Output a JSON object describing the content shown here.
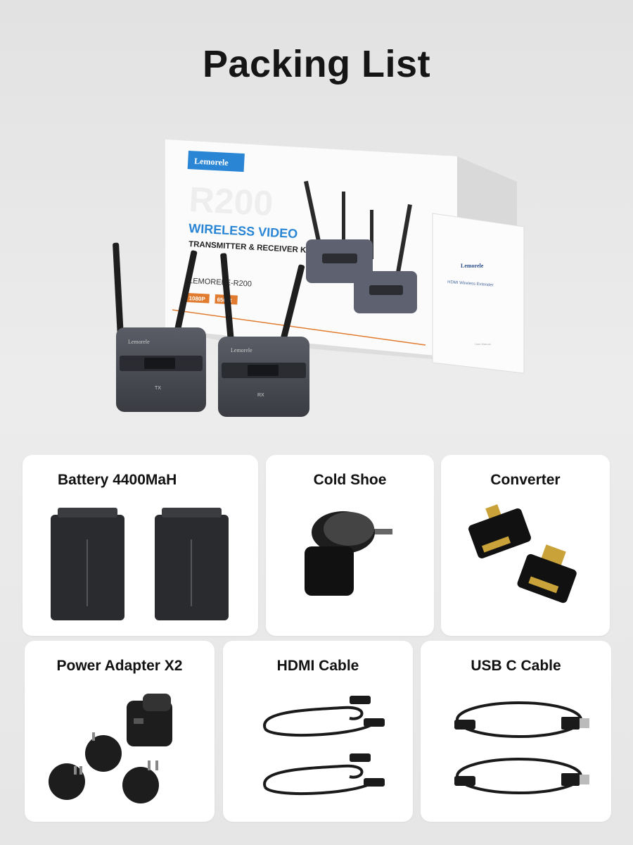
{
  "title": "Packing List",
  "box": {
    "brand": "Lemorele",
    "headline": "WIRELESS VIDEO",
    "subline": "TRANSMITTER & RECEIVER KIT",
    "model": "LEMORELE-R200",
    "badges": [
      "1080P",
      "656Ft"
    ],
    "watermark": "R200"
  },
  "manual": {
    "brand": "Lemorele",
    "title": "HDMI Wireless Extender",
    "footer": "User Manual"
  },
  "device": {
    "brand": "Lemorele",
    "tx_label": "TX",
    "rx_label": "RX"
  },
  "items": [
    {
      "label": "Battery 4400MaH"
    },
    {
      "label": "Cold Shoe"
    },
    {
      "label": "Converter"
    },
    {
      "label": "Power Adapter X2"
    },
    {
      "label": "HDMI Cable"
    },
    {
      "label": "USB C Cable"
    }
  ],
  "colors": {
    "brand_blue": "#2a86d4",
    "accent_orange": "#e07b30",
    "device_gray": "#4a4d55"
  }
}
